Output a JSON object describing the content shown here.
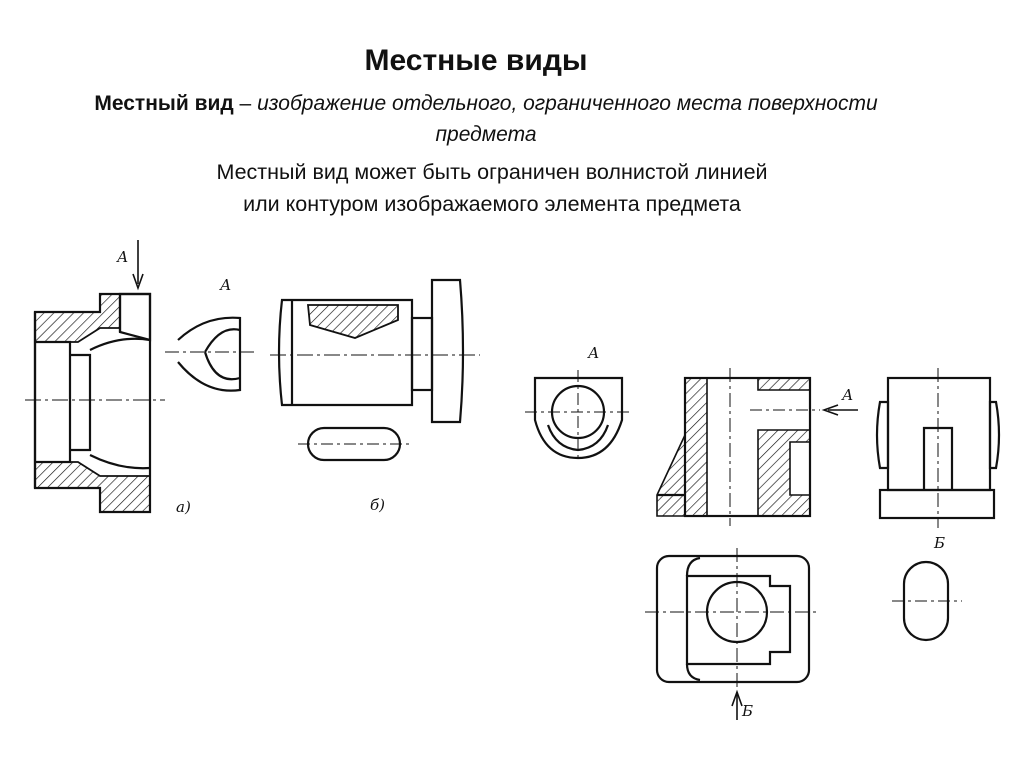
{
  "title": "Местные виды",
  "definition": {
    "term": "Местный вид",
    "dash": " – ",
    "text": "изображение отдельного, ограниченного места поверхности предмета"
  },
  "note": {
    "line1": "Местный вид может быть ограничен волнистой линией",
    "line2": "или  контуром изображаемого элемента предмета"
  },
  "figure_labels": {
    "view_a_arrow": "А",
    "view_a_local": "А",
    "caption_a": "а)",
    "caption_b": "б)",
    "view_a_right": "А",
    "arrow_a_right": "А",
    "view_b_label": "Б",
    "arrow_b_bottom": "Б"
  }
}
